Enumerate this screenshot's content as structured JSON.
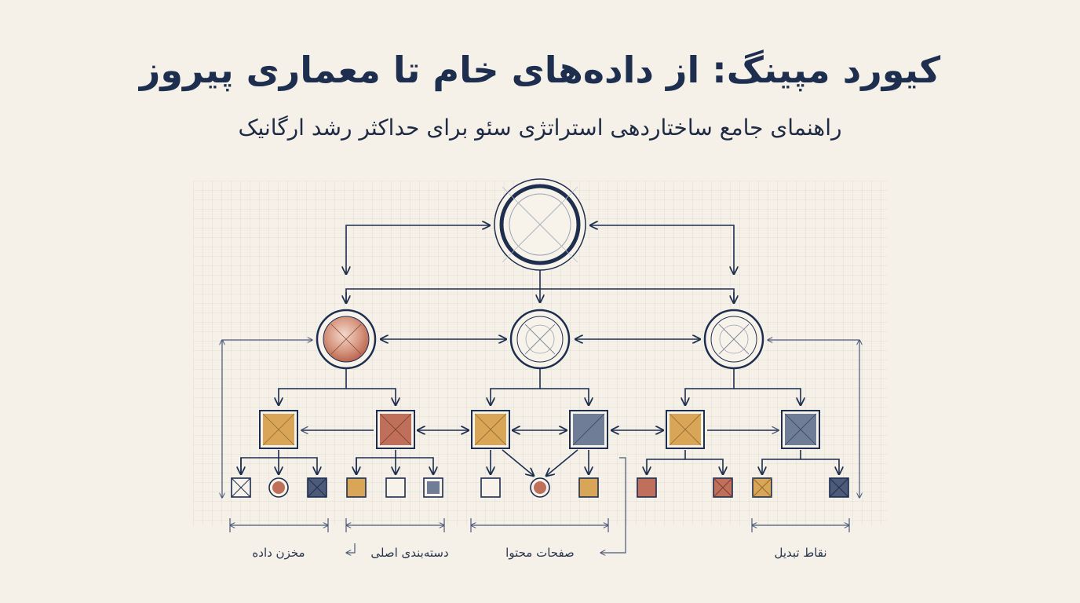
{
  "title": "کیورد مپینگ: از داده‌های خام تا معماری پیروز",
  "subtitle": "راهنمای جامع ساختاردهی استراتژی سئو برای حداکثر رشد ارگانیک",
  "labels": {
    "data_store": "مخزن داده",
    "main_category": "دسته‌بندی اصلی",
    "content_pages": "صفحات محتوا",
    "conversion_points": "نقاط تبدیل"
  },
  "colors": {
    "background": "#f5f1e8",
    "navy": "#1d2e4f",
    "terracotta": "#c06f5a",
    "mustard": "#d9a657",
    "slate": "#6f7e96",
    "grid": "#d9d3c6"
  }
}
